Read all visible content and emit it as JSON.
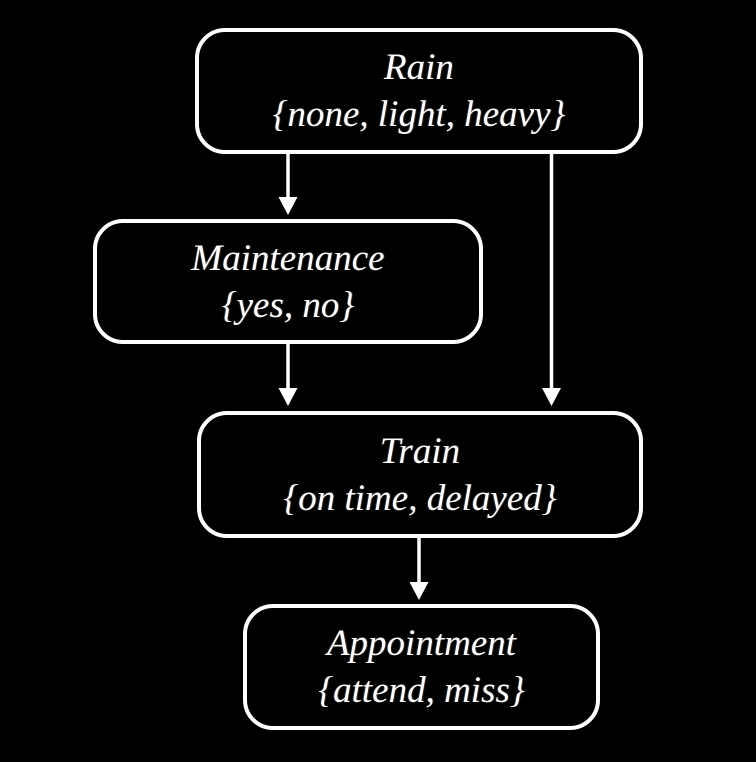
{
  "diagram": {
    "kind": "bayesian-network",
    "colors": {
      "background": "#000000",
      "node_border": "#ffffff",
      "text": "#ffffff",
      "arrow": "#ffffff"
    },
    "nodes": {
      "rain": {
        "label": "Rain",
        "values": "{none, light, heavy}"
      },
      "maintenance": {
        "label": "Maintenance",
        "values": "{yes, no}"
      },
      "train": {
        "label": "Train",
        "values": "{on time, delayed}"
      },
      "appointment": {
        "label": "Appointment",
        "values": "{attend, miss}"
      }
    },
    "edges": [
      {
        "from": "rain",
        "to": "maintenance"
      },
      {
        "from": "rain",
        "to": "train"
      },
      {
        "from": "maintenance",
        "to": "train"
      },
      {
        "from": "train",
        "to": "appointment"
      }
    ]
  }
}
